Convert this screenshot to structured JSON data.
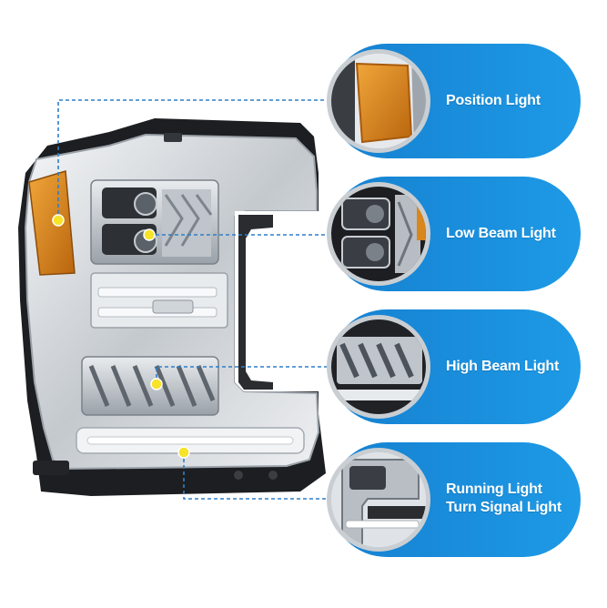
{
  "colors": {
    "pill_blue": "#1a8fdc",
    "ring_gray": "#c9ced3",
    "marker_yellow": "#f7e328",
    "leader_blue": "#2f7fc8",
    "amber": "#d9861c",
    "chrome": "#dfe3e7"
  },
  "callouts": [
    {
      "lines": [
        "Position Light"
      ]
    },
    {
      "lines": [
        "Low Beam Light"
      ]
    },
    {
      "lines": [
        "High Beam Light"
      ]
    },
    {
      "lines": [
        "Running Light",
        "Turn Signal Light"
      ]
    }
  ]
}
